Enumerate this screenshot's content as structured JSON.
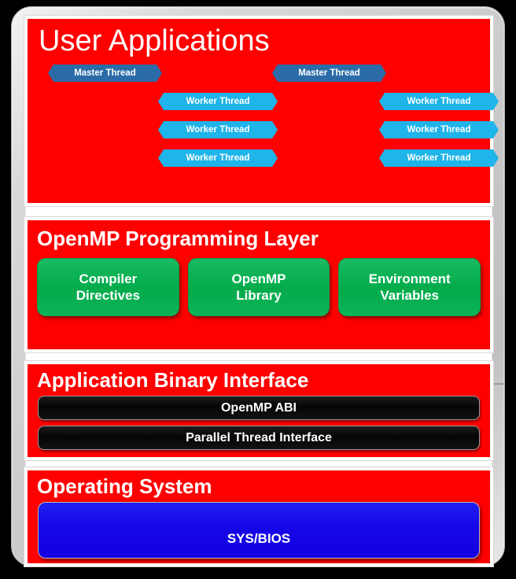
{
  "diagram": {
    "frame": {
      "notch": "bezel-seam"
    },
    "colors": {
      "layer_background": "#ff0000",
      "master_thread": "#2b6ca8",
      "worker_thread": "#1fb4ea",
      "component_green": "#00b050",
      "interface_black": "#050505",
      "os_blue": "#1400e0",
      "text_white": "#ffffff",
      "frame_gray": "#c9c9c9"
    },
    "layers": [
      {
        "id": "user-applications",
        "title": "User Applications",
        "threads": {
          "left_column": {
            "master": "Master Thread",
            "workers": [
              "Worker Thread",
              "Worker Thread",
              "Worker Thread"
            ]
          },
          "right_column": {
            "master": "Master Thread",
            "workers": [
              "Worker Thread",
              "Worker Thread",
              "Worker Thread"
            ]
          }
        }
      },
      {
        "id": "openmp-programming-layer",
        "title": "OpenMP Programming Layer",
        "components": [
          {
            "line1": "Compiler",
            "line2": "Directives"
          },
          {
            "line1": "OpenMP",
            "line2": "Library"
          },
          {
            "line1": "Environment",
            "line2": "Variables"
          }
        ]
      },
      {
        "id": "application-binary-interface",
        "title": "Application Binary Interface",
        "bars": [
          "OpenMP ABI",
          "Parallel Thread Interface"
        ]
      },
      {
        "id": "operating-system",
        "title": "Operating System",
        "box": "SYS/BIOS"
      }
    ]
  }
}
